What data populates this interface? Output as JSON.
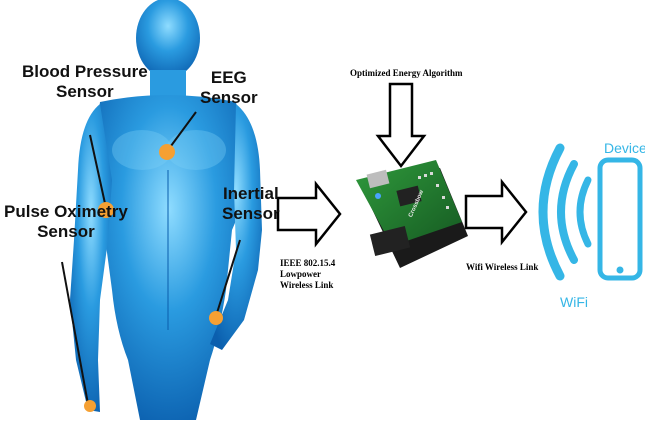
{
  "labels": {
    "blood_pressure_line1": "Blood Pressure",
    "blood_pressure_line2": "Sensor",
    "eeg_line1": "EEG",
    "eeg_line2": "Sensor",
    "pulse_ox_line1": "Pulse Oximetry",
    "pulse_ox_line2": "Sensor",
    "inertial_line1": "Inertial",
    "inertial_line2": "Sensor",
    "algorithm": "Optimized Energy Algorithm",
    "link_line1": "IEEE 802.15.4",
    "link_line2": "Lowpower",
    "link_line3": "Wireless Link",
    "wifi_link": "Wifi Wireless Link",
    "device": "Device",
    "wifi": "WiFi",
    "board_text": "Crossbow"
  },
  "colors": {
    "body": "#1a8ad8",
    "body_light": "#7fd1f7",
    "sensor_dot": "#f5a033",
    "board_green": "#1f7a2f",
    "wifi_blue": "#35b6e6"
  }
}
